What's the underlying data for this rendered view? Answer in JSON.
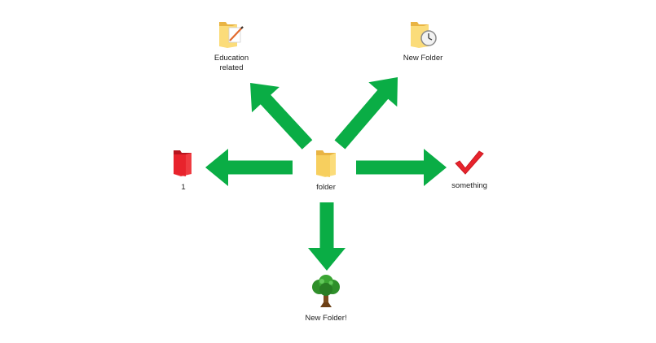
{
  "colors": {
    "arrow": "#0aad45",
    "folder_body": "#f5c95a",
    "folder_front": "#fbdc7a",
    "folder_red": "#e8232c"
  },
  "items": {
    "center": {
      "label": "folder",
      "icon": "folder-icon"
    },
    "education": {
      "label": "Education\nrelated",
      "icon": "folder-pencil-icon"
    },
    "newfolder": {
      "label": "New Folder",
      "icon": "folder-clock-icon"
    },
    "red": {
      "label": "1",
      "icon": "red-folder-icon"
    },
    "something": {
      "label": "something",
      "icon": "red-checkmark-icon"
    },
    "tree": {
      "label": "New Folder!",
      "icon": "tree-icon"
    }
  }
}
